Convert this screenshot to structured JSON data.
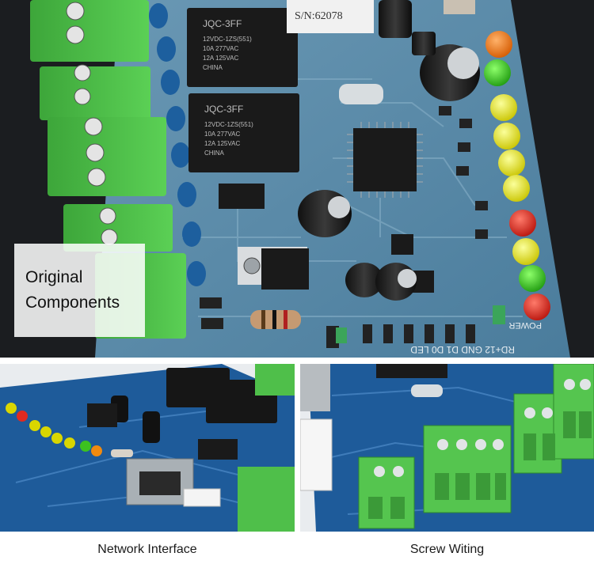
{
  "label_box": {
    "line1": "Original",
    "line2": "Components"
  },
  "captions": {
    "left": "Network Interface",
    "right": "Screw Witing"
  },
  "board_marks": {
    "relay_brand": "JQC-3FF",
    "relay_rating1": "12VDC-1ZS(551)",
    "relay_rating2": "10A 277VAC",
    "relay_rating3": "12A 125VAC",
    "relay_origin": "CHINA",
    "serial_label": "S/N:62078",
    "power_label": "POWER",
    "bottom_silk": "RD+12 GND D1 D0 LED"
  },
  "colors": {
    "pcb": "#5a8aa8",
    "pcb_dark": "#1e5b9a",
    "terminal_green": "#4fbf4a",
    "background_dark": "#1b1d20"
  }
}
